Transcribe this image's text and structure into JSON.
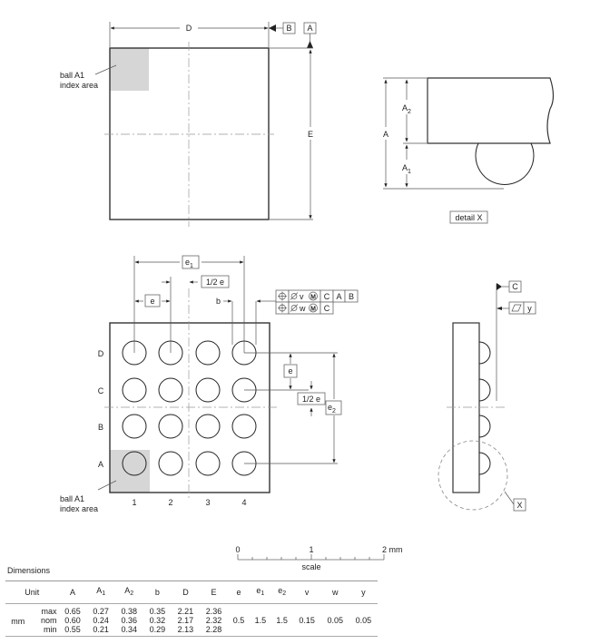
{
  "top_view": {
    "dim_D": "D",
    "dim_E": "E",
    "datum_B": "B",
    "datum_A": "A",
    "index_label_line1": "ball A1",
    "index_label_line2": "index area"
  },
  "detail_view": {
    "dim_A": "A",
    "dim_A1_base": "A",
    "dim_A1_sub": "1",
    "dim_A2_base": "A",
    "dim_A2_sub": "2",
    "caption": "detail X"
  },
  "bottom_view": {
    "dim_e1_base": "e",
    "dim_e1_sub": "1",
    "dim_e": "e",
    "dim_half_e": "1/2 e",
    "dim_b": "b",
    "dim_e_vert": "e",
    "dim_half_e_vert": "1/2 e",
    "dim_e2_base": "e",
    "dim_e2_sub": "2",
    "rows": [
      "D",
      "C",
      "B",
      "A"
    ],
    "cols": [
      "1",
      "2",
      "3",
      "4"
    ],
    "index_label_line1": "ball A1",
    "index_label_line2": "index area",
    "tolerance_frame": {
      "row1": [
        "v",
        "C",
        "A",
        "B"
      ],
      "row2": [
        "w",
        "C"
      ]
    }
  },
  "side_view": {
    "datum_C": "C",
    "flatness_value": "y",
    "detail_marker": "X"
  },
  "scale": {
    "tick0": "0",
    "tick1": "1",
    "tick2": "2 mm",
    "label": "scale"
  },
  "dimensions": {
    "title": "Dimensions",
    "headers": [
      "Unit",
      "A",
      "A1",
      "A2",
      "b",
      "D",
      "E",
      "e",
      "e1",
      "e2",
      "v",
      "w",
      "y"
    ],
    "unit": "mm",
    "rows": [
      {
        "label": "max",
        "values": [
          "0.65",
          "0.27",
          "0.38",
          "0.35",
          "2.21",
          "2.36",
          "",
          "",
          "",
          "",
          "",
          ""
        ]
      },
      {
        "label": "nom",
        "values": [
          "0.60",
          "0.24",
          "0.36",
          "0.32",
          "2.17",
          "2.32",
          "0.5",
          "1.5",
          "1.5",
          "0.15",
          "0.05",
          "0.05"
        ]
      },
      {
        "label": "min",
        "values": [
          "0.55",
          "0.21",
          "0.34",
          "0.29",
          "2.13",
          "2.28",
          "",
          "",
          "",
          "",
          "",
          ""
        ]
      }
    ]
  }
}
